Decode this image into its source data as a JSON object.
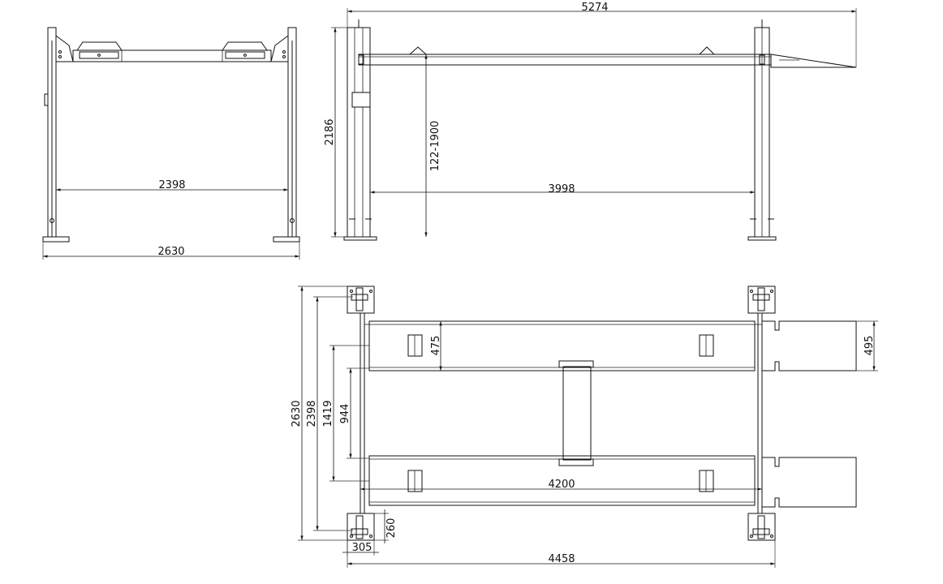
{
  "dimensions": {
    "front_width_inner": "2398",
    "front_width_outer": "2630",
    "side_length": "5274",
    "side_height": "2186",
    "lift_range": "122-1900",
    "side_span": "3998",
    "top_width_outer": "2630",
    "top_width_inner": "2398",
    "top_runway_outer": "1419",
    "top_runway_inner": "944",
    "runway_width": "475",
    "ramp_width": "495",
    "top_span": "4200",
    "post_width": "305",
    "post_depth": "260",
    "top_length": "4458"
  }
}
